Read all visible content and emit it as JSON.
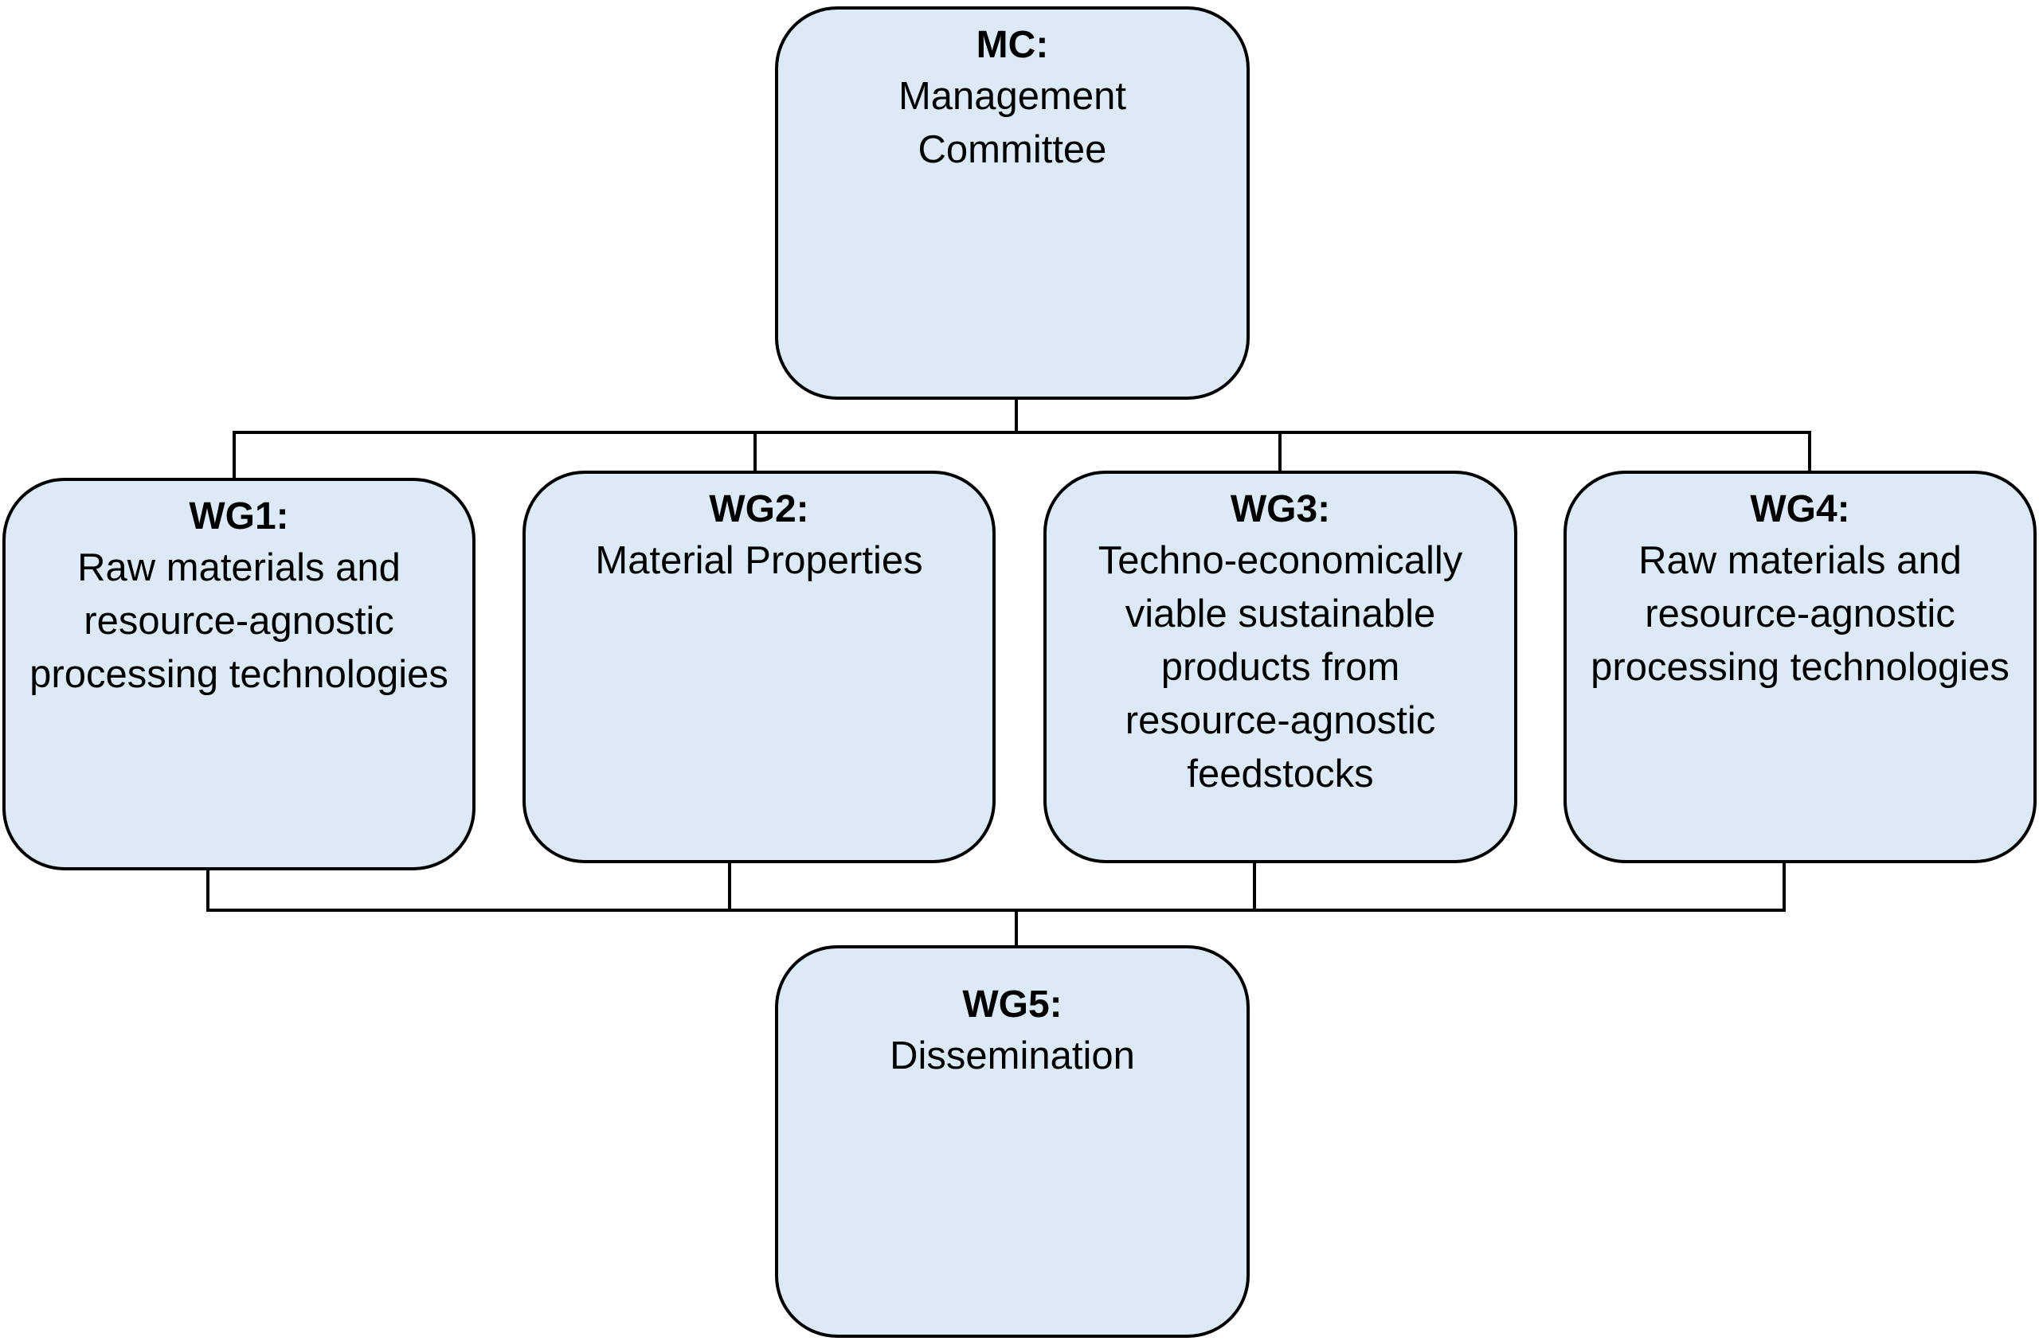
{
  "diagram": {
    "type": "org-chart",
    "colors": {
      "box_fill": "#dce9f6",
      "box_border": "#000000",
      "connector": "#000000"
    },
    "nodes": {
      "mc": {
        "code": "MC:",
        "description": "Management\nCommittee"
      },
      "wg1": {
        "code": "WG1:",
        "description": "Raw materials and resource-agnostic processing technologies"
      },
      "wg2": {
        "code": "WG2:",
        "description": "Material Properties"
      },
      "wg3": {
        "code": "WG3:",
        "description": "Techno-economically viable sustainable products from resource-agnostic feedstocks"
      },
      "wg4": {
        "code": "WG4:",
        "description": "Raw materials and resource-agnostic processing technologies"
      },
      "wg5": {
        "code": "WG5:",
        "description": "Dissemination"
      }
    },
    "edges": [
      {
        "from": "mc",
        "to": "wg1"
      },
      {
        "from": "mc",
        "to": "wg2"
      },
      {
        "from": "mc",
        "to": "wg3"
      },
      {
        "from": "mc",
        "to": "wg4"
      },
      {
        "from": "wg1",
        "to": "wg5"
      },
      {
        "from": "wg2",
        "to": "wg5"
      },
      {
        "from": "wg3",
        "to": "wg5"
      },
      {
        "from": "wg4",
        "to": "wg5"
      }
    ]
  }
}
